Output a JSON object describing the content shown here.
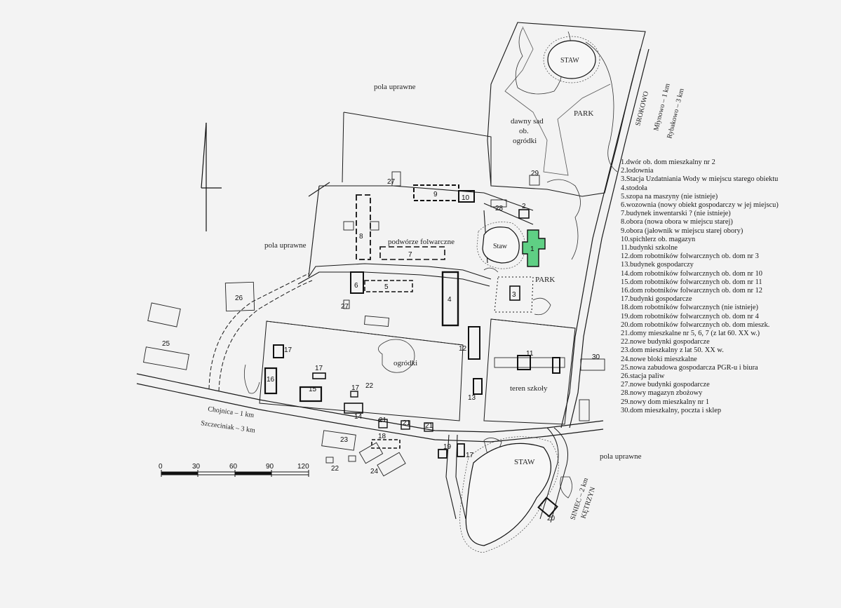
{
  "labels": {
    "fields_top": "pola uprawne",
    "fields_left": "pola uprawne",
    "fields_right": "pola uprawne",
    "yard": "podwórze folwarczne",
    "old_orchard_1": "dawny sad",
    "old_orchard_2": "ob.",
    "old_orchard_3": "ogródki",
    "gardens": "ogródki",
    "school_area": "teren szkoły",
    "park_top": "PARK",
    "park_mid": "PARK",
    "pond_top": "STAW",
    "pond_mid": "Staw",
    "pond_bottom": "STAW",
    "road_srokowo": "SROKOWO",
    "road_mlynowo": "Młynowo – 1 km",
    "road_rybakowo": "Rybakowo – 3 km",
    "road_chojnica": "Chojnica – 1 km",
    "road_szczeciniak": "Szczeciniak – 3 km",
    "road_siniec": "SINIEC – 2 km",
    "road_ketrzyn": "KĘTRZYN"
  },
  "scale": {
    "ticks": [
      "0",
      "30",
      "60",
      "90",
      "120"
    ]
  },
  "numbers": {
    "n1": "1",
    "n2": "2",
    "n4": "4",
    "n5": "5",
    "n6": "6",
    "n7": "7",
    "n8": "8",
    "n9": "9",
    "n10": "10",
    "n11": "11",
    "n12": "12",
    "n14": "14",
    "n15": "15",
    "n16": "16",
    "n17a": "17",
    "n17b": "17",
    "n17c": "17",
    "n17d": "17",
    "n18": "18",
    "n19": "19",
    "n20": "20",
    "n21a": "21",
    "n21b": "21",
    "n21c": "21",
    "n22a": "22",
    "n22b": "22",
    "n23": "23",
    "n24": "24",
    "n25": "25",
    "n26": "26",
    "n27a": "27",
    "n27b": "27",
    "n28": "28",
    "n29": "29",
    "n30": "30",
    "n3": "3",
    "n13": "13"
  },
  "colors": {
    "manor_highlight": "#5fcf84",
    "line": "#1a1a1a"
  },
  "legend": [
    "1.dwór ob. dom mieszkalny nr 2",
    "2.lodownia",
    "3.Stacja Uzdatniania Wody w miejscu starego obiektu",
    "4.stodoła",
    "5.szopa na maszyny (nie istnieje)",
    "6.wozownia (nowy obiekt gospodarczy w jej miejscu)",
    "7.budynek inwentarski ? (nie istnieje)",
    "8.obora (nowa obora w miejscu starej)",
    "9.obora (jałownik w miejscu starej obory)",
    "10.spichlerz ob. magazyn",
    "11.budynki szkolne",
    "12.dom robotników folwarcznych ob. dom nr 3",
    "13.budynek gospodarczy",
    "14.dom robotników folwarcznych ob. dom nr 10",
    "15.dom robotników folwarcznych ob. dom nr 11",
    "16.dom robotników folwarcznych ob. dom nr 12",
    "17.budynki gospodarcze",
    "18.dom robotników folwarcznych (nie istnieje)",
    "19.dom robotników folwarcznych ob. dom nr 4",
    "20.dom robotników folwarcznych ob. dom mieszk.",
    "21.domy mieszkalne nr 5, 6, 7 (z lat 60. XX w.)",
    "22.nowe budynki gospodarcze",
    "23.dom mieszkalny z lat 50. XX w.",
    "24.nowe bloki mieszkalne",
    "25.nowa zabudowa gospodarcza PGR-u i biura",
    "26.stacja paliw",
    "27.nowe budynki gospodarcze",
    "28.nowy magazyn zbożowy",
    "29.nowy dom mieszkalny nr 1",
    "30.dom mieszkalny, poczta i sklep"
  ]
}
